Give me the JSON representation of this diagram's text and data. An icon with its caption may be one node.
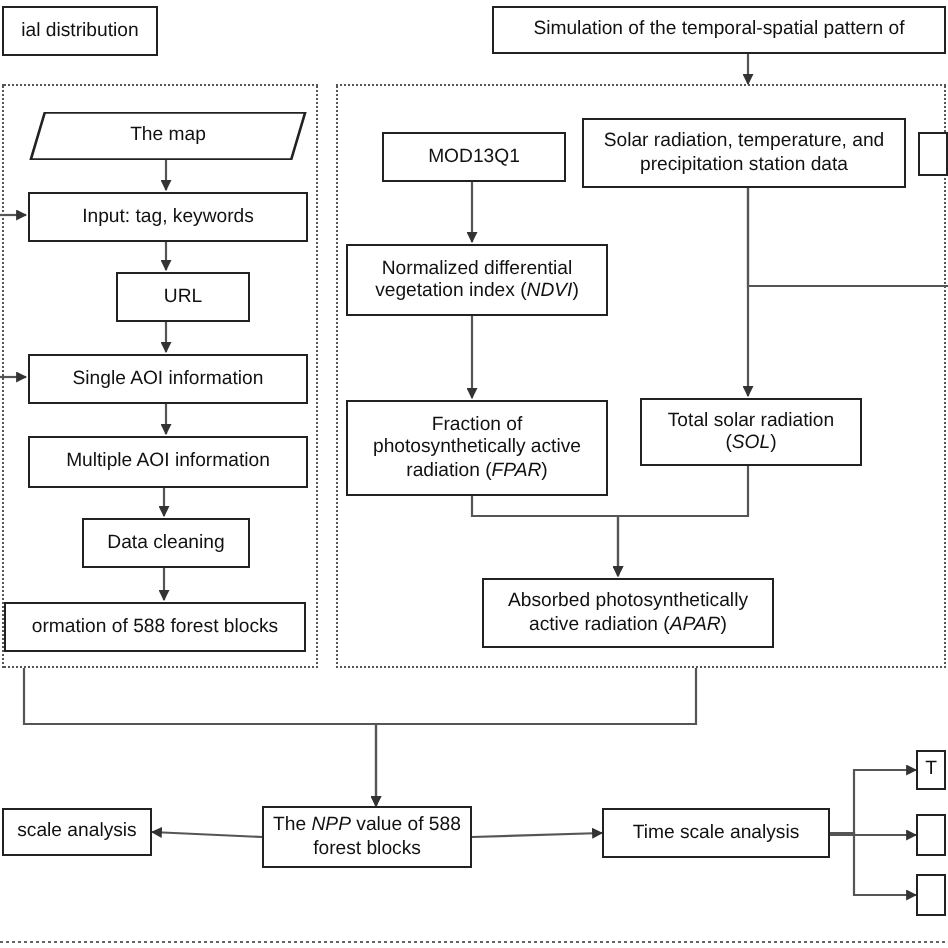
{
  "diagram": {
    "nodes": [
      {
        "text": [
          "ial distribution"
        ]
      },
      {
        "text": [
          "Simulation of the temporal-spatial pattern of"
        ]
      },
      {
        "text": [],
        "shape": "box"
      },
      {
        "text": [],
        "shape": "box"
      },
      {
        "text": [
          "The map"
        ],
        "in": 2
      },
      {
        "text": [
          "Input: tag, keywords"
        ],
        "in": 2
      },
      {
        "text": [
          "URL"
        ],
        "in": 2
      },
      {
        "text": [
          "Single AOI information"
        ],
        "in": 2
      },
      {
        "text": [
          "Multiple AOI information"
        ],
        "in": 2
      },
      {
        "text": [
          "Data cleaning"
        ],
        "in": 2
      },
      {
        "text": [
          "ormation of 588 forest blocks"
        ],
        "in": 2
      },
      {
        "text": [
          "MOD13Q1"
        ],
        "in": 3
      },
      {
        "text": [
          "Solar radiation, temperature, and precipitation station data"
        ],
        "in": 3
      },
      {
        "text": [],
        "shape": "box",
        "in": 3
      },
      {
        "text": [
          "Normalized differential vegetation index (*NDVI*)"
        ],
        "in": 3
      },
      {
        "text": [
          "Fraction of photosynthetically active radiation (*FPAR*)"
        ],
        "in": 3
      },
      {
        "text": [
          "Total solar radiation (*SOL*)"
        ],
        "in": 3
      },
      {
        "text": [
          "Absorbed photosynthetically active radiation (*APAR*)"
        ],
        "in": 3
      },
      {
        "text": [
          "The *NPP* value of 588 forest blocks"
        ]
      },
      {
        "text": [
          "scale analysis"
        ]
      },
      {
        "text": [
          "Time scale analysis"
        ]
      },
      {
        "text": [
          "T"
        ]
      },
      {
        "text": [],
        "shape": "box"
      },
      {
        "text": [],
        "shape": "box"
      }
    ],
    "edges": [
      {
        "from": 1,
        "to": 3,
        "arrow": "to"
      },
      {
        "from": 4,
        "to": 5,
        "arrow": "to"
      },
      {
        "from": 5,
        "to": 6,
        "arrow": "to"
      },
      {
        "from": 6,
        "to": 7,
        "arrow": "to"
      },
      {
        "from": 7,
        "to": 8,
        "arrow": "to"
      },
      {
        "from": 8,
        "to": 9,
        "arrow": "to"
      },
      {
        "from": 9,
        "to": 10,
        "arrow": "to"
      },
      {
        "from": null,
        "to": 5,
        "arrow": "to"
      },
      {
        "from": null,
        "to": 7,
        "arrow": "to"
      },
      {
        "from": 11,
        "to": 14,
        "arrow": "to"
      },
      {
        "from": 14,
        "to": 15,
        "arrow": "to"
      },
      {
        "from": 12,
        "to": 16,
        "arrow": "to"
      },
      {
        "from": 12,
        "to": null,
        "arrow": "none"
      },
      {
        "from": 15,
        "to": 17,
        "arrow": "to"
      },
      {
        "from": 16,
        "to": 17,
        "arrow": "to"
      },
      {
        "from": 2,
        "to": 18,
        "arrow": "to"
      },
      {
        "from": 3,
        "to": 18,
        "arrow": "to"
      },
      {
        "from": 18,
        "to": 19,
        "arrow": "to"
      },
      {
        "from": 18,
        "to": 20,
        "arrow": "to"
      },
      {
        "from": 20,
        "to": 21,
        "arrow": "to"
      },
      {
        "from": 20,
        "to": 22,
        "arrow": "to"
      },
      {
        "from": 20,
        "to": 23,
        "arrow": "to"
      }
    ]
  }
}
